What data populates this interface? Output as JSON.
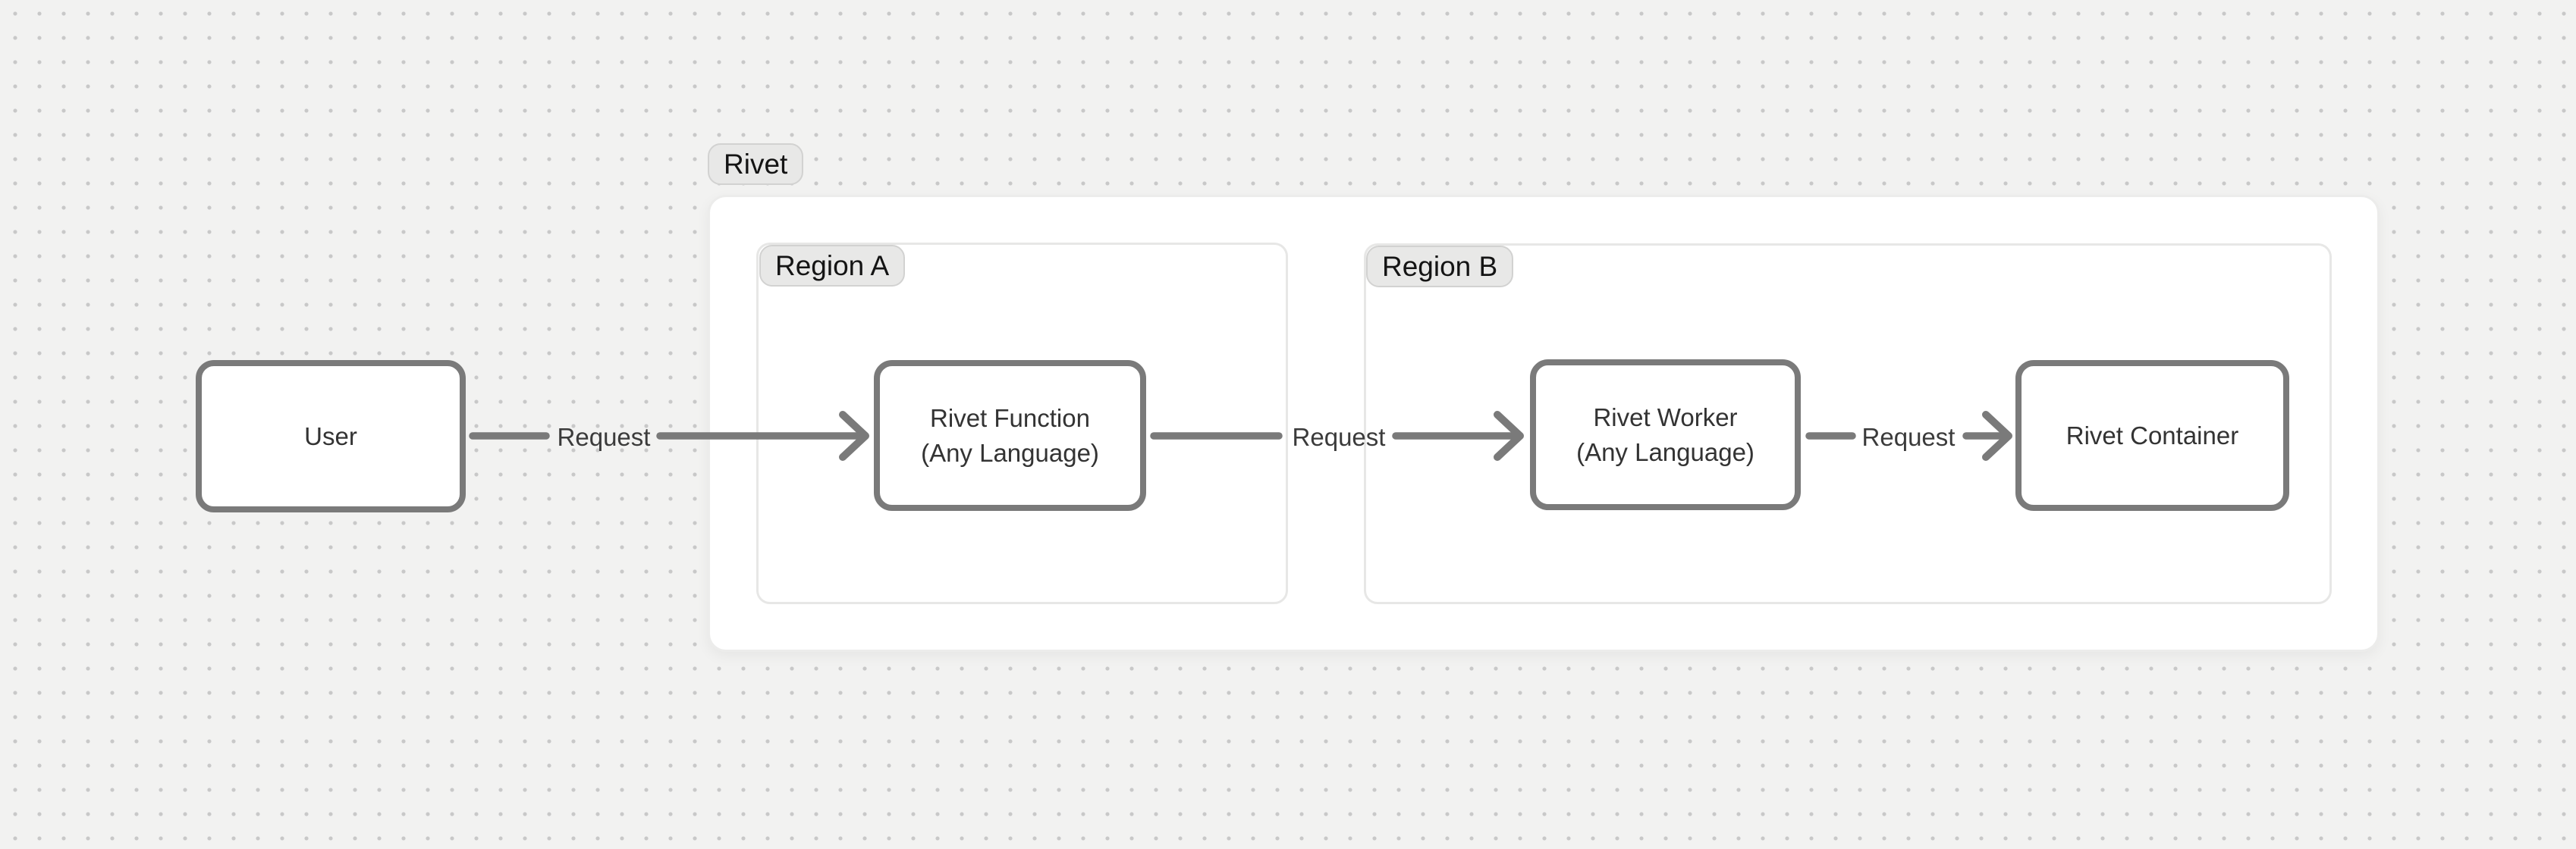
{
  "diagram": {
    "group": {
      "label": "Rivet"
    },
    "region_a": {
      "label": "Region A"
    },
    "region_b": {
      "label": "Region B"
    },
    "nodes": {
      "user": {
        "label": "User"
      },
      "function": {
        "line1": "Rivet Function",
        "line2": "(Any Language)"
      },
      "worker": {
        "line1": "Rivet Worker",
        "line2": "(Any Language)"
      },
      "container": {
        "label": "Rivet Container"
      }
    },
    "edges": {
      "user_to_function": {
        "label": "Request"
      },
      "function_to_worker": {
        "label": "Request"
      },
      "worker_to_container": {
        "label": "Request"
      }
    },
    "colors": {
      "canvas_bg": "#f2f2f1",
      "dot": "#c8c8c8",
      "group_bg": "#ffffff",
      "group_border": "#ececeb",
      "region_border": "#e7e7e6",
      "pill_bg": "#e8e8e7",
      "pill_border": "#d2d2d1",
      "node_border": "#7a7a7a",
      "edge": "#7a7a7a",
      "node_text": "#333333",
      "label_text": "#141414"
    }
  }
}
